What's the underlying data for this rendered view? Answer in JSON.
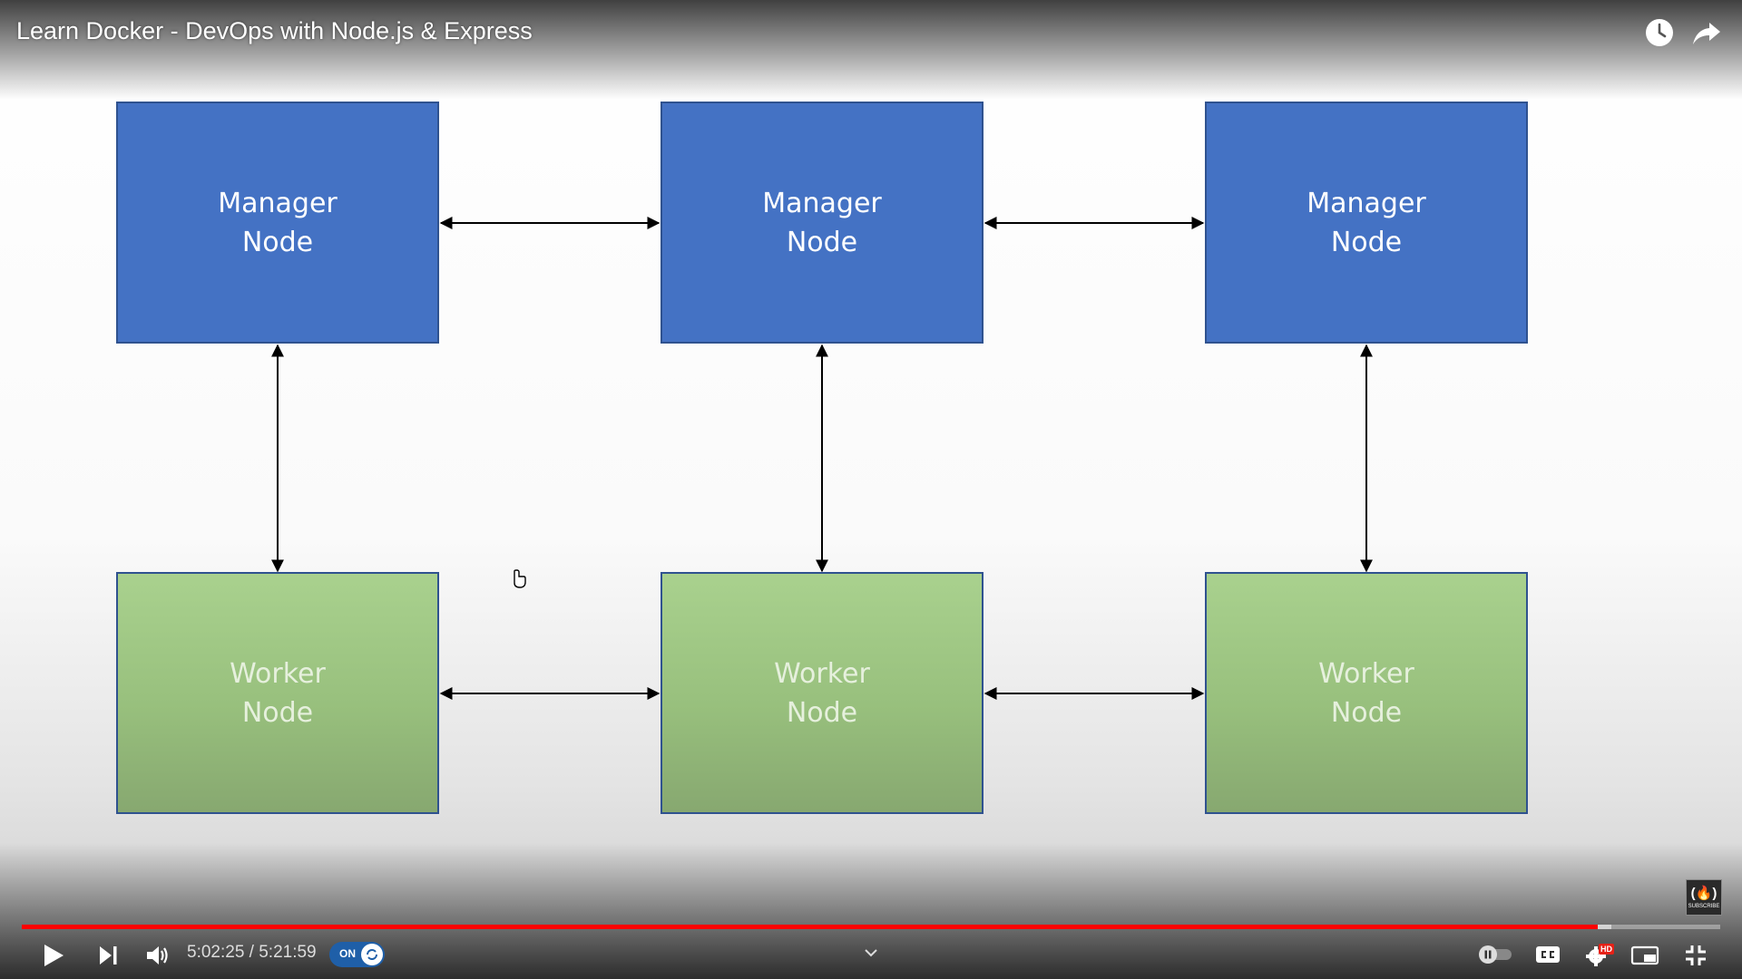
{
  "player": {
    "title": "Learn Docker - DevOps with Node.js & Express",
    "current_time": "5:02:25",
    "duration": "5:21:59",
    "time_display": "5:02:25 / 5:21:59",
    "progress_fraction": 0.928,
    "loaded_fraction": 0.936,
    "autoplay_label": "ON",
    "hd_badge": "HD",
    "channel_watermark": {
      "mark": "(🔥)",
      "text": "SUBSCRIBE"
    },
    "accent_color": "#ff0000"
  },
  "icons": {
    "watch_later": "clock-icon",
    "share": "share-arrow-icon",
    "play": "play-icon",
    "next": "skip-next-icon",
    "volume": "volume-icon",
    "chapters": "chevron-down-icon",
    "pause_toggle": "pause-toggle-icon",
    "captions": "cc-icon",
    "settings": "gear-icon",
    "miniplayer": "miniplayer-icon",
    "exit_fullscreen": "exit-fullscreen-icon"
  },
  "diagram": {
    "managers": [
      {
        "line1": "Manager",
        "line2": "Node"
      },
      {
        "line1": "Manager",
        "line2": "Node"
      },
      {
        "line1": "Manager",
        "line2": "Node"
      }
    ],
    "workers": [
      {
        "line1": "Worker",
        "line2": "Node"
      },
      {
        "line1": "Worker",
        "line2": "Node"
      },
      {
        "line1": "Worker",
        "line2": "Node"
      }
    ],
    "colors": {
      "manager": "#4472c4",
      "worker": "#a9d18e",
      "border": "#2f528f"
    }
  }
}
